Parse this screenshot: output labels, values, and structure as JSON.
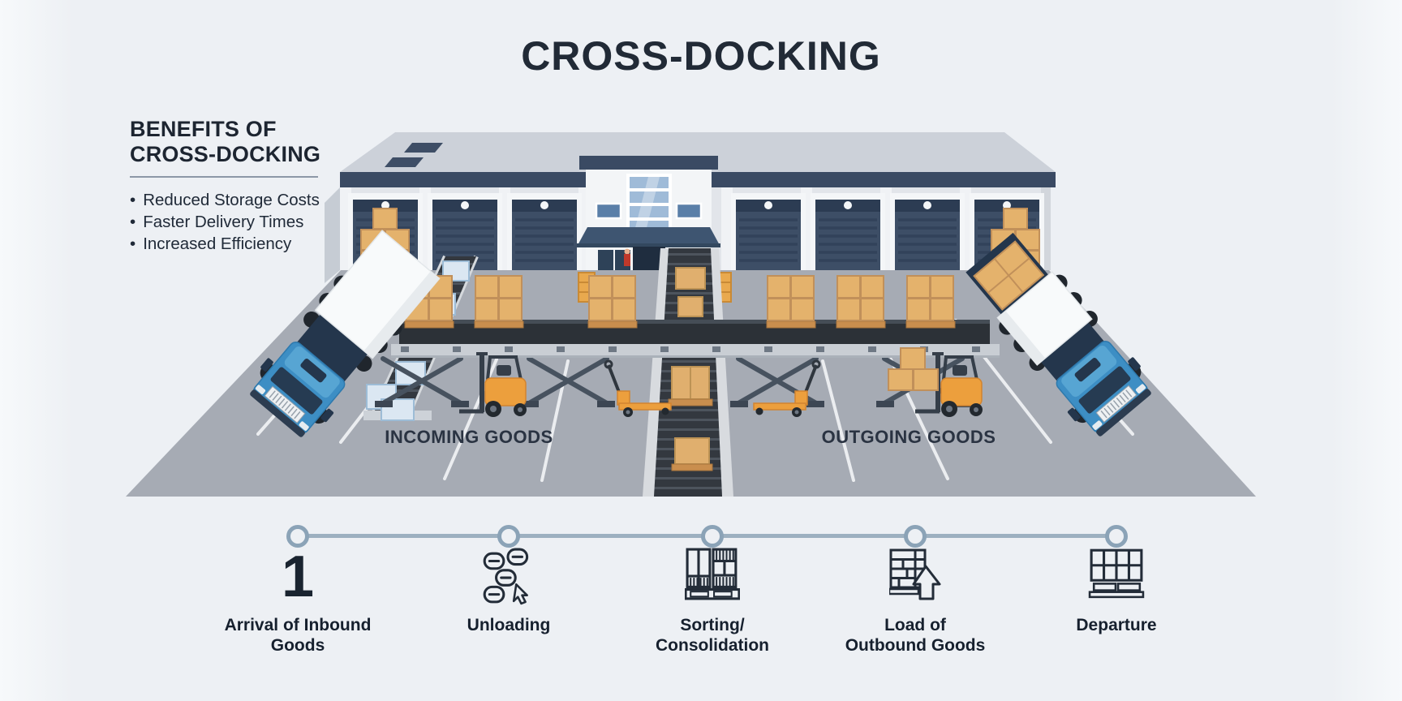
{
  "title": "CROSS-DOCKING",
  "benefits": {
    "heading": "BENEFITS OF\nCROSS-DOCKING",
    "items": [
      "Reduced Storage Costs",
      "Faster Delivery Times",
      "Increased Efficiency"
    ]
  },
  "scene": {
    "incoming_label": "INCOMING GOODS",
    "outgoing_label": "OUTGOING GOODS"
  },
  "process_steps": [
    {
      "marker": "1",
      "icon": "number-one",
      "label": "Arrival of Inbound\nGoods"
    },
    {
      "icon": "unloading-parcels-icon",
      "label": "Unloading"
    },
    {
      "icon": "sorting-crates-icon",
      "label": "Sorting/\nConsolidation"
    },
    {
      "icon": "load-arrow-icon",
      "label": "Load of\nOutbound Goods"
    },
    {
      "icon": "departure-pallet-icon",
      "label": "Departure"
    }
  ],
  "colors": {
    "background": "#edf0f4",
    "title_text": "#212a36",
    "ground": "#a6abb4",
    "building_facade": "#e2e5ea",
    "roof_band": "#3a4a63",
    "dock_door": "#3d4e66",
    "truck_blue": "#3d8ec4",
    "box_tan": "#e4b26c",
    "cold_box_blue": "#dbe7f2",
    "forklift_orange": "#ec9f3d",
    "timeline": "#8ba3b7"
  }
}
